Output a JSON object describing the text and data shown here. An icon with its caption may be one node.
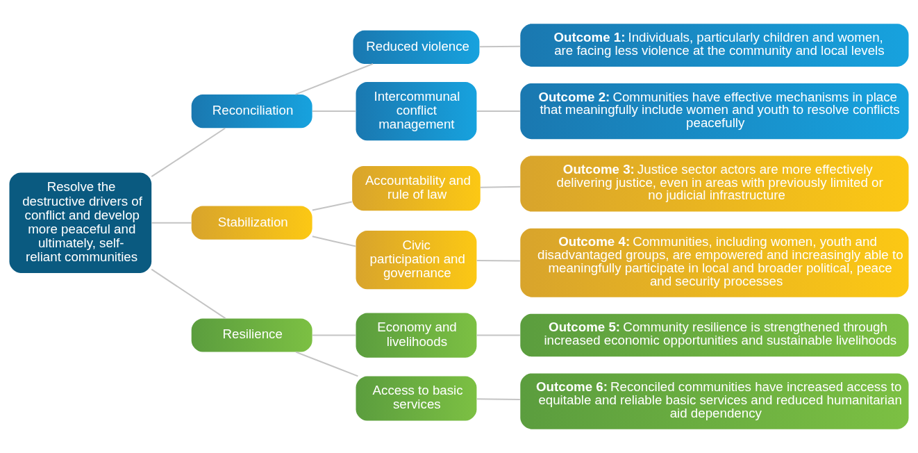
{
  "diagram": {
    "nodes": [
      {
        "text": [
          "Resolve the destructive drivers of conflict and develop more peaceful and ultimately, self-reliant communities"
        ]
      },
      {
        "text": [
          "Reconciliation"
        ]
      },
      {
        "text": [
          "Stabilization"
        ]
      },
      {
        "text": [
          "Resilience"
        ]
      },
      {
        "text": [
          "Reduced violence"
        ]
      },
      {
        "text": [
          "Intercommunal conflict management"
        ]
      },
      {
        "text": [
          "Accountability and rule of law"
        ]
      },
      {
        "text": [
          "Civic participation and governance"
        ]
      },
      {
        "text": [
          "Economy and livelihoods"
        ]
      },
      {
        "text": [
          "Access to basic services"
        ]
      },
      {
        "text": [
          "**Outcome 1:** Individuals, particularly children and women, are facing less violence at the community and local levels"
        ]
      },
      {
        "text": [
          "**Outcome 2:** Communities have effective mechanisms in place that meaningfully include women and youth to resolve conflicts peacefully"
        ]
      },
      {
        "text": [
          "**Outcome 3:** Justice sector actors are more effectively delivering justice, even in areas with previously limited or no judicial infrastructure"
        ]
      },
      {
        "text": [
          "**Outcome 4:** Communities, including women, youth and disadvantaged groups, are empowered and increasingly able to meaningfully participate in local and broader political, peace and security processes"
        ]
      },
      {
        "text": [
          "**Outcome 5:** Community resilience is strengthened through increased economic opportunities and sustainable livelihoods"
        ]
      },
      {
        "text": [
          "**Outcome 6:** Reconciled communities have increased access to equitable and reliable basic services and reduced humanitarian aid dependency"
        ]
      }
    ],
    "edges": [
      {
        "from": 0,
        "to": 1,
        "arrow": "none"
      },
      {
        "from": 0,
        "to": 2,
        "arrow": "none"
      },
      {
        "from": 0,
        "to": 3,
        "arrow": "none"
      },
      {
        "from": 1,
        "to": 4,
        "arrow": "none"
      },
      {
        "from": 1,
        "to": 5,
        "arrow": "none"
      },
      {
        "from": 2,
        "to": 6,
        "arrow": "none"
      },
      {
        "from": 2,
        "to": 7,
        "arrow": "none"
      },
      {
        "from": 3,
        "to": 8,
        "arrow": "none"
      },
      {
        "from": 3,
        "to": 9,
        "arrow": "none"
      },
      {
        "from": 4,
        "to": 10,
        "arrow": "none"
      },
      {
        "from": 5,
        "to": 11,
        "arrow": "none"
      },
      {
        "from": 6,
        "to": 12,
        "arrow": "none"
      },
      {
        "from": 7,
        "to": 13,
        "arrow": "none"
      },
      {
        "from": 8,
        "to": 14,
        "arrow": "none"
      },
      {
        "from": 9,
        "to": 15,
        "arrow": "none"
      }
    ]
  }
}
